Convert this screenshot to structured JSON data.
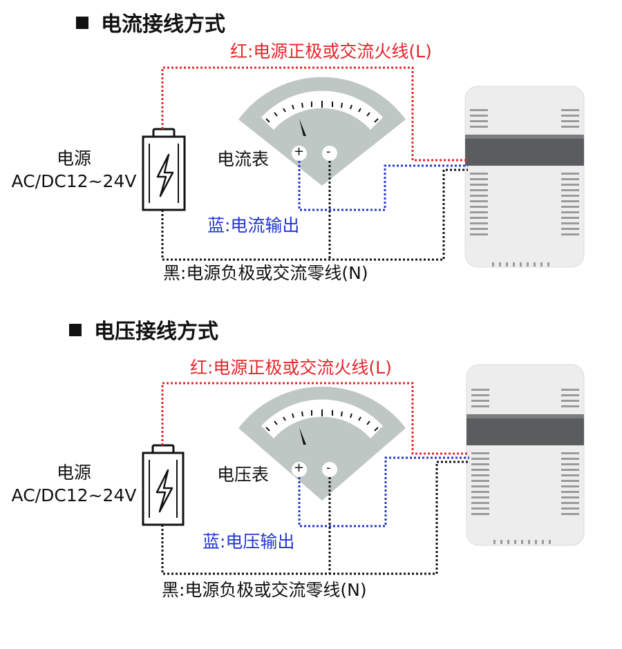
{
  "sections": [
    {
      "title": "电流接线方式",
      "red_label": "红:电源正极或交流火线(L)",
      "power_label": "电源",
      "power_spec": "AC/DC12~24V",
      "meter_label": "电流表",
      "meter_plus": "+",
      "meter_minus": "-",
      "blue_label": "蓝:电流输出",
      "black_label": "黑:电源负极或交流零线(N)"
    },
    {
      "title": "电压接线方式",
      "red_label": "红:电源正极或交流火线(L)",
      "power_label": "电源",
      "power_spec": "AC/DC12~24V",
      "meter_label": "电压表",
      "meter_plus": "+",
      "meter_minus": "-",
      "blue_label": "蓝:电压输出",
      "black_label": "黑:电源负极或交流零线(N)"
    }
  ],
  "colors": {
    "red_wire": "#e3262b",
    "blue_wire": "#2136d4",
    "black_wire": "#111111",
    "meter_body": "#bfc7c4",
    "device_body": "#eeeeee",
    "device_band": "#5a5c5d"
  },
  "icons": [
    "battery-icon",
    "lightning-bolt-icon",
    "analog-meter-icon",
    "sensor-device-icon"
  ]
}
